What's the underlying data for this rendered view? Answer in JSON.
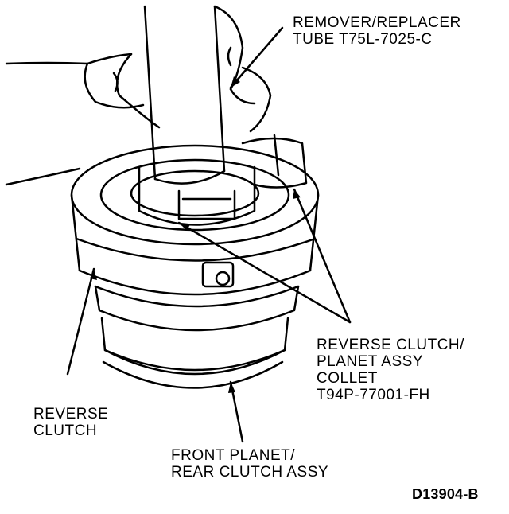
{
  "labels": {
    "tube": [
      "REMOVER/REPLACER",
      "TUBE T75L-7025-C"
    ],
    "collet": [
      "REVERSE CLUTCH/",
      "PLANET ASSY",
      "COLLET",
      "T94P-77001-FH"
    ],
    "reverse_clutch": [
      "REVERSE",
      "CLUTCH"
    ],
    "front_planet": [
      "FRONT PLANET/",
      "REAR CLUTCH ASSY"
    ]
  },
  "figure_id": "D13904-B",
  "colors": {
    "ink": "#000000",
    "paper": "#ffffff"
  }
}
